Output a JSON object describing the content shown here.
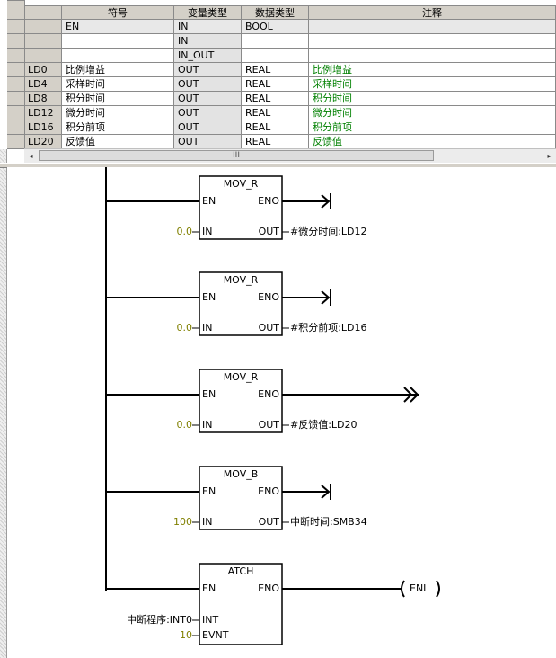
{
  "variable_table": {
    "headers": [
      "符号",
      "变量类型",
      "数据类型",
      "注释"
    ],
    "rows": [
      {
        "address": "",
        "symbol": "EN",
        "var_type": "IN",
        "data_type": "BOOL",
        "comment": ""
      },
      {
        "address": "",
        "symbol": "",
        "var_type": "IN",
        "data_type": "",
        "comment": ""
      },
      {
        "address": "",
        "symbol": "",
        "var_type": "IN_OUT",
        "data_type": "",
        "comment": ""
      },
      {
        "address": "LD0",
        "symbol": "比例增益",
        "var_type": "OUT",
        "data_type": "REAL",
        "comment": "比例增益"
      },
      {
        "address": "LD4",
        "symbol": "采样时间",
        "var_type": "OUT",
        "data_type": "REAL",
        "comment": "采样时间"
      },
      {
        "address": "LD8",
        "symbol": "积分时间",
        "var_type": "OUT",
        "data_type": "REAL",
        "comment": "积分时间"
      },
      {
        "address": "LD12",
        "symbol": "微分时间",
        "var_type": "OUT",
        "data_type": "REAL",
        "comment": "微分时间"
      },
      {
        "address": "LD16",
        "symbol": "积分前项",
        "var_type": "OUT",
        "data_type": "REAL",
        "comment": "积分前项"
      },
      {
        "address": "LD20",
        "symbol": "反馈值",
        "var_type": "OUT",
        "data_type": "REAL",
        "comment": "反馈值"
      }
    ]
  },
  "scrollbar": {
    "thumb_grip": "III",
    "left_arrow": "◂",
    "right_arrow": "▸"
  },
  "ladder": {
    "blocks": [
      {
        "name": "MOV_R",
        "pins_left": [
          "EN",
          "IN"
        ],
        "pins_right": [
          "ENO",
          "OUT"
        ],
        "in_value": "0.0",
        "out_value": "#微分时间:LD12",
        "coil": "arrow"
      },
      {
        "name": "MOV_R",
        "pins_left": [
          "EN",
          "IN"
        ],
        "pins_right": [
          "ENO",
          "OUT"
        ],
        "in_value": "0.0",
        "out_value": "#积分前项:LD16",
        "coil": "arrow"
      },
      {
        "name": "MOV_R",
        "pins_left": [
          "EN",
          "IN"
        ],
        "pins_right": [
          "ENO",
          "OUT"
        ],
        "in_value": "0.0",
        "out_value": "#反馈值:LD20",
        "coil": "double-arrow"
      },
      {
        "name": "MOV_B",
        "pins_left": [
          "EN",
          "IN"
        ],
        "pins_right": [
          "ENO",
          "OUT"
        ],
        "in_value": "100",
        "out_value": "中断时间:SMB34",
        "coil": "arrow"
      },
      {
        "name": "ATCH",
        "pins_left": [
          "EN",
          "INT",
          "EVNT"
        ],
        "pins_right": [
          "ENO"
        ],
        "int_value": "中断程序:INT0",
        "evnt_value": "10",
        "coil_label": "ENI"
      }
    ]
  }
}
